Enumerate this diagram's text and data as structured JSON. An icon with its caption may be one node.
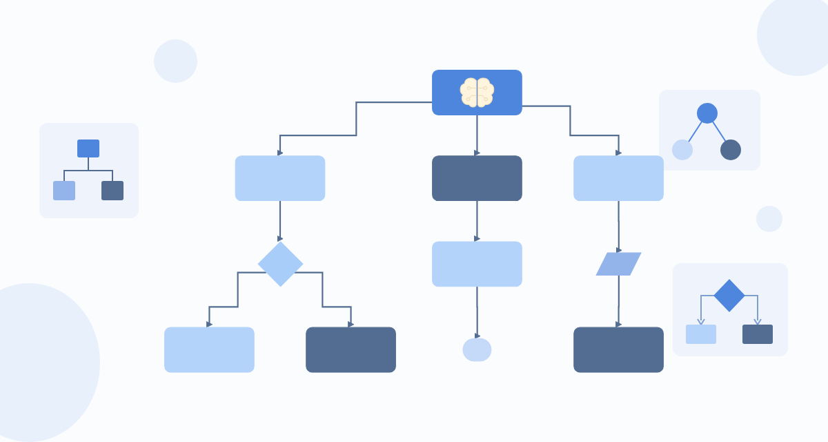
{
  "diagram": {
    "nodes": [
      {
        "text": [],
        "shape": "picture"
      },
      {
        "text": [],
        "shape": "box"
      },
      {
        "text": [],
        "shape": "box"
      },
      {
        "text": [],
        "shape": "box"
      },
      {
        "text": [],
        "shape": "diamond"
      },
      {
        "text": [],
        "shape": "box"
      },
      {
        "text": [],
        "shape": "box"
      },
      {
        "text": [],
        "shape": "box"
      },
      {
        "text": [],
        "shape": "stadium"
      },
      {
        "text": [],
        "shape": "parallelogram"
      },
      {
        "text": [],
        "shape": "box"
      }
    ],
    "edges": [
      {
        "from": 0,
        "to": 1,
        "arrow": "to"
      },
      {
        "from": 0,
        "to": 2,
        "arrow": "to"
      },
      {
        "from": 0,
        "to": 3,
        "arrow": "to"
      },
      {
        "from": 1,
        "to": 4,
        "arrow": "to"
      },
      {
        "from": 4,
        "to": 5,
        "arrow": "to"
      },
      {
        "from": 4,
        "to": 6,
        "arrow": "to"
      },
      {
        "from": 2,
        "to": 7,
        "arrow": "to"
      },
      {
        "from": 7,
        "to": 8,
        "arrow": "to"
      },
      {
        "from": 3,
        "to": 9,
        "arrow": "to"
      },
      {
        "from": 9,
        "to": 10,
        "arrow": "to"
      }
    ]
  }
}
